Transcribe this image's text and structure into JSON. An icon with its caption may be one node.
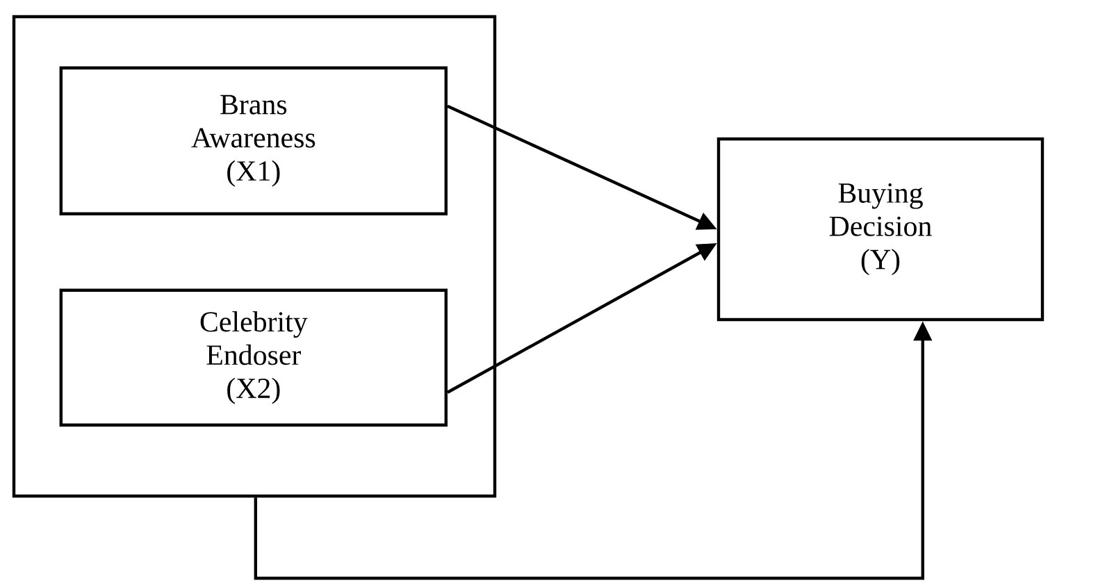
{
  "diagram": {
    "nodes": [
      {
        "text": [],
        "shape": "box"
      },
      {
        "text": [
          "Brans Awareness (X1)"
        ],
        "in": 0
      },
      {
        "text": [
          "Celebrity Endoser (X2)"
        ],
        "in": 0
      },
      {
        "text": [
          "Buying Decision (Y)"
        ]
      }
    ],
    "edges": [
      {
        "from": 1,
        "to": 3,
        "arrow": "to"
      },
      {
        "from": 2,
        "to": 3,
        "arrow": "to"
      },
      {
        "from": 0,
        "to": 3,
        "arrow": "to"
      }
    ]
  }
}
